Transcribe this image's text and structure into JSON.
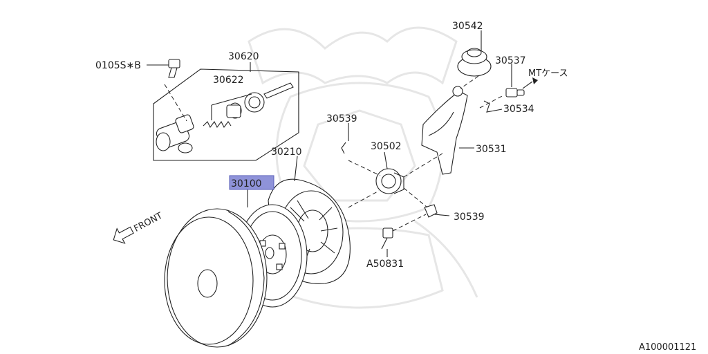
{
  "callouts": {
    "bolt_code": "0105S∗B",
    "p30620": "30620",
    "p30622": "30622",
    "p30542": "30542",
    "p30537": "30537",
    "mt_case": "MTケース",
    "p30534": "30534",
    "p30539_top": "30539",
    "p30502": "30502",
    "p30531": "30531",
    "p30210": "30210",
    "p30100": "30100",
    "p30539_bottom": "30539",
    "a50831": "A50831",
    "front": "FRONT"
  },
  "figure_id": "A100001121",
  "highlight_color": "#8f93d9"
}
